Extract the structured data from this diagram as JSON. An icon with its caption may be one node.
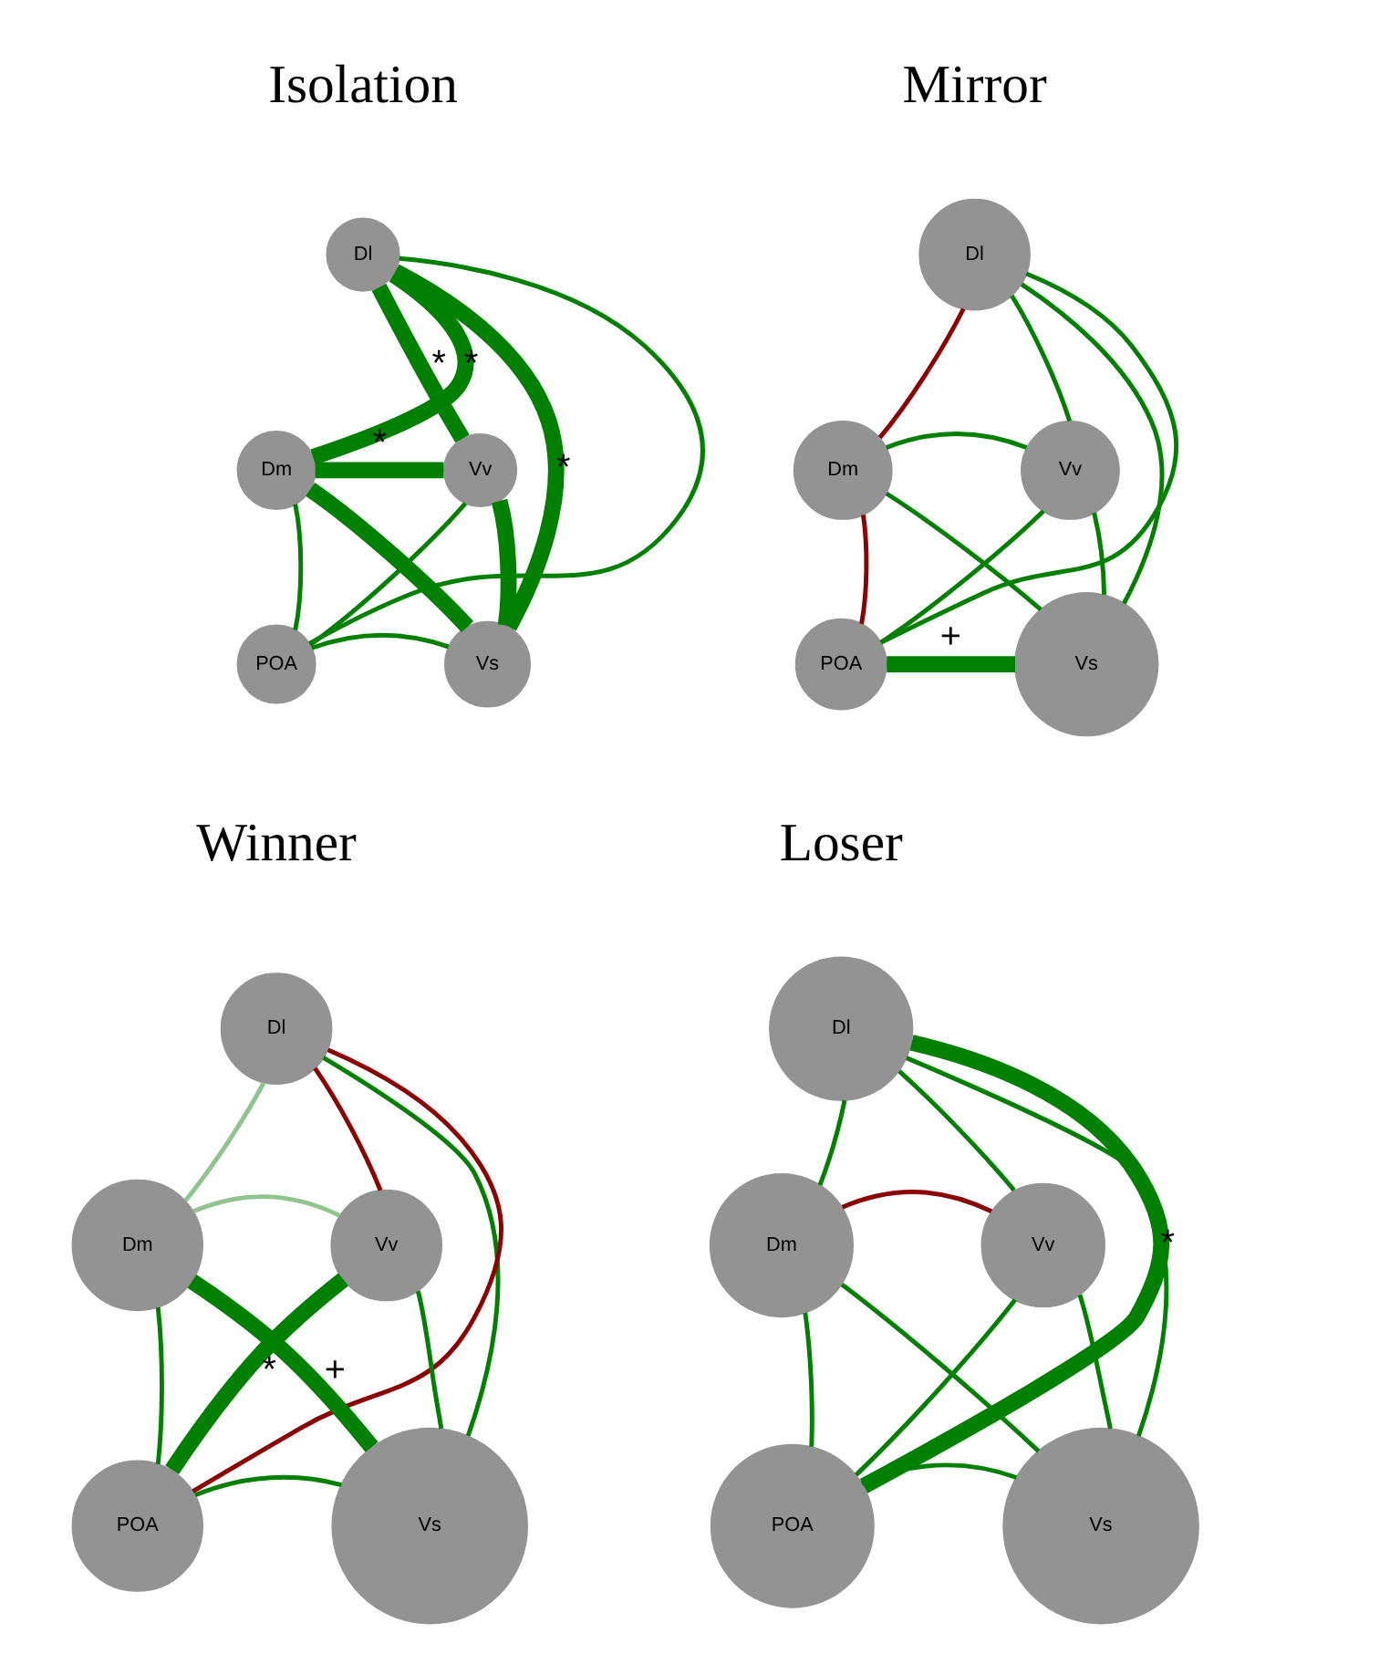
{
  "diagram": {
    "nodes": [
      {
        "text": [
          "Dl"
        ]
      },
      {
        "text": [
          "Vv"
        ]
      },
      {
        "text": [
          "Dm"
        ]
      },
      {
        "text": [
          "Vs"
        ]
      },
      {
        "text": [
          "POA"
        ]
      },
      {
        "text": [
          "Dl"
        ]
      },
      {
        "text": [
          "Vv"
        ]
      },
      {
        "text": [
          "Dm"
        ]
      },
      {
        "text": [
          "Vs"
        ]
      },
      {
        "text": [
          "POA"
        ]
      },
      {
        "text": [
          "Dl"
        ]
      },
      {
        "text": [
          "Vv"
        ]
      },
      {
        "text": [
          "Dm"
        ]
      },
      {
        "text": [
          "Vs"
        ]
      },
      {
        "text": [
          "POA"
        ]
      },
      {
        "text": [
          "Dl"
        ]
      },
      {
        "text": [
          "Vv"
        ]
      },
      {
        "text": [
          "Dm"
        ]
      },
      {
        "text": [
          "Vs"
        ]
      },
      {
        "text": [
          "POA"
        ]
      }
    ],
    "edges": [
      {
        "from": 0,
        "to": 1,
        "arrow": "none",
        "label": "*",
        "style": "thick"
      },
      {
        "from": 0,
        "to": 2,
        "arrow": "none",
        "label": "*",
        "style": "thick"
      },
      {
        "from": 0,
        "to": 4,
        "arrow": "none"
      },
      {
        "from": 0,
        "to": 3,
        "arrow": "none",
        "label": "*",
        "style": "thick"
      },
      {
        "from": 1,
        "to": 2,
        "arrow": "none",
        "label": "*",
        "style": "thick"
      },
      {
        "from": 1,
        "to": 3,
        "arrow": "none",
        "style": "thick"
      },
      {
        "from": 1,
        "to": 4,
        "arrow": "none"
      },
      {
        "from": 2,
        "to": 3,
        "arrow": "none",
        "style": "thick"
      },
      {
        "from": 2,
        "to": 4,
        "arrow": "none"
      },
      {
        "from": 3,
        "to": 4,
        "arrow": "none"
      },
      {
        "from": 5,
        "to": 6,
        "arrow": "none"
      },
      {
        "from": 5,
        "to": 7,
        "arrow": "none",
        "color": "#8b0000"
      },
      {
        "from": 5,
        "to": 9,
        "arrow": "none"
      },
      {
        "from": 5,
        "to": 8,
        "arrow": "none"
      },
      {
        "from": 6,
        "to": 7,
        "arrow": "none"
      },
      {
        "from": 6,
        "to": 8,
        "arrow": "none"
      },
      {
        "from": 6,
        "to": 9,
        "arrow": "none"
      },
      {
        "from": 7,
        "to": 8,
        "arrow": "none"
      },
      {
        "from": 7,
        "to": 9,
        "arrow": "none",
        "color": "#8b0000"
      },
      {
        "from": 8,
        "to": 9,
        "arrow": "none",
        "label": "+",
        "style": "thick"
      },
      {
        "from": 10,
        "to": 11,
        "arrow": "none",
        "color": "#8b0000"
      },
      {
        "from": 10,
        "to": 12,
        "arrow": "none",
        "color": "#8fc48f"
      },
      {
        "from": 10,
        "to": 14,
        "arrow": "none",
        "color": "#8b0000"
      },
      {
        "from": 10,
        "to": 13,
        "arrow": "none"
      },
      {
        "from": 11,
        "to": 12,
        "arrow": "none",
        "color": "#8fc48f"
      },
      {
        "from": 11,
        "to": 13,
        "arrow": "none"
      },
      {
        "from": 11,
        "to": 14,
        "arrow": "none",
        "label": "*",
        "style": "thick"
      },
      {
        "from": 12,
        "to": 13,
        "arrow": "none",
        "label": "+",
        "style": "thick"
      },
      {
        "from": 12,
        "to": 14,
        "arrow": "none"
      },
      {
        "from": 13,
        "to": 14,
        "arrow": "none"
      },
      {
        "from": 15,
        "to": 16,
        "arrow": "none"
      },
      {
        "from": 15,
        "to": 17,
        "arrow": "none"
      },
      {
        "from": 15,
        "to": 19,
        "arrow": "none",
        "label": "*",
        "style": "thick"
      },
      {
        "from": 15,
        "to": 18,
        "arrow": "none"
      },
      {
        "from": 16,
        "to": 17,
        "arrow": "none",
        "color": "#8b0000"
      },
      {
        "from": 16,
        "to": 18,
        "arrow": "none"
      },
      {
        "from": 16,
        "to": 19,
        "arrow": "none"
      },
      {
        "from": 17,
        "to": 18,
        "arrow": "none"
      },
      {
        "from": 17,
        "to": 19,
        "arrow": "none"
      },
      {
        "from": 18,
        "to": 19,
        "arrow": "none"
      }
    ],
    "labels": [
      "Isolation",
      "Mirror",
      "Winner",
      "Loser"
    ]
  }
}
